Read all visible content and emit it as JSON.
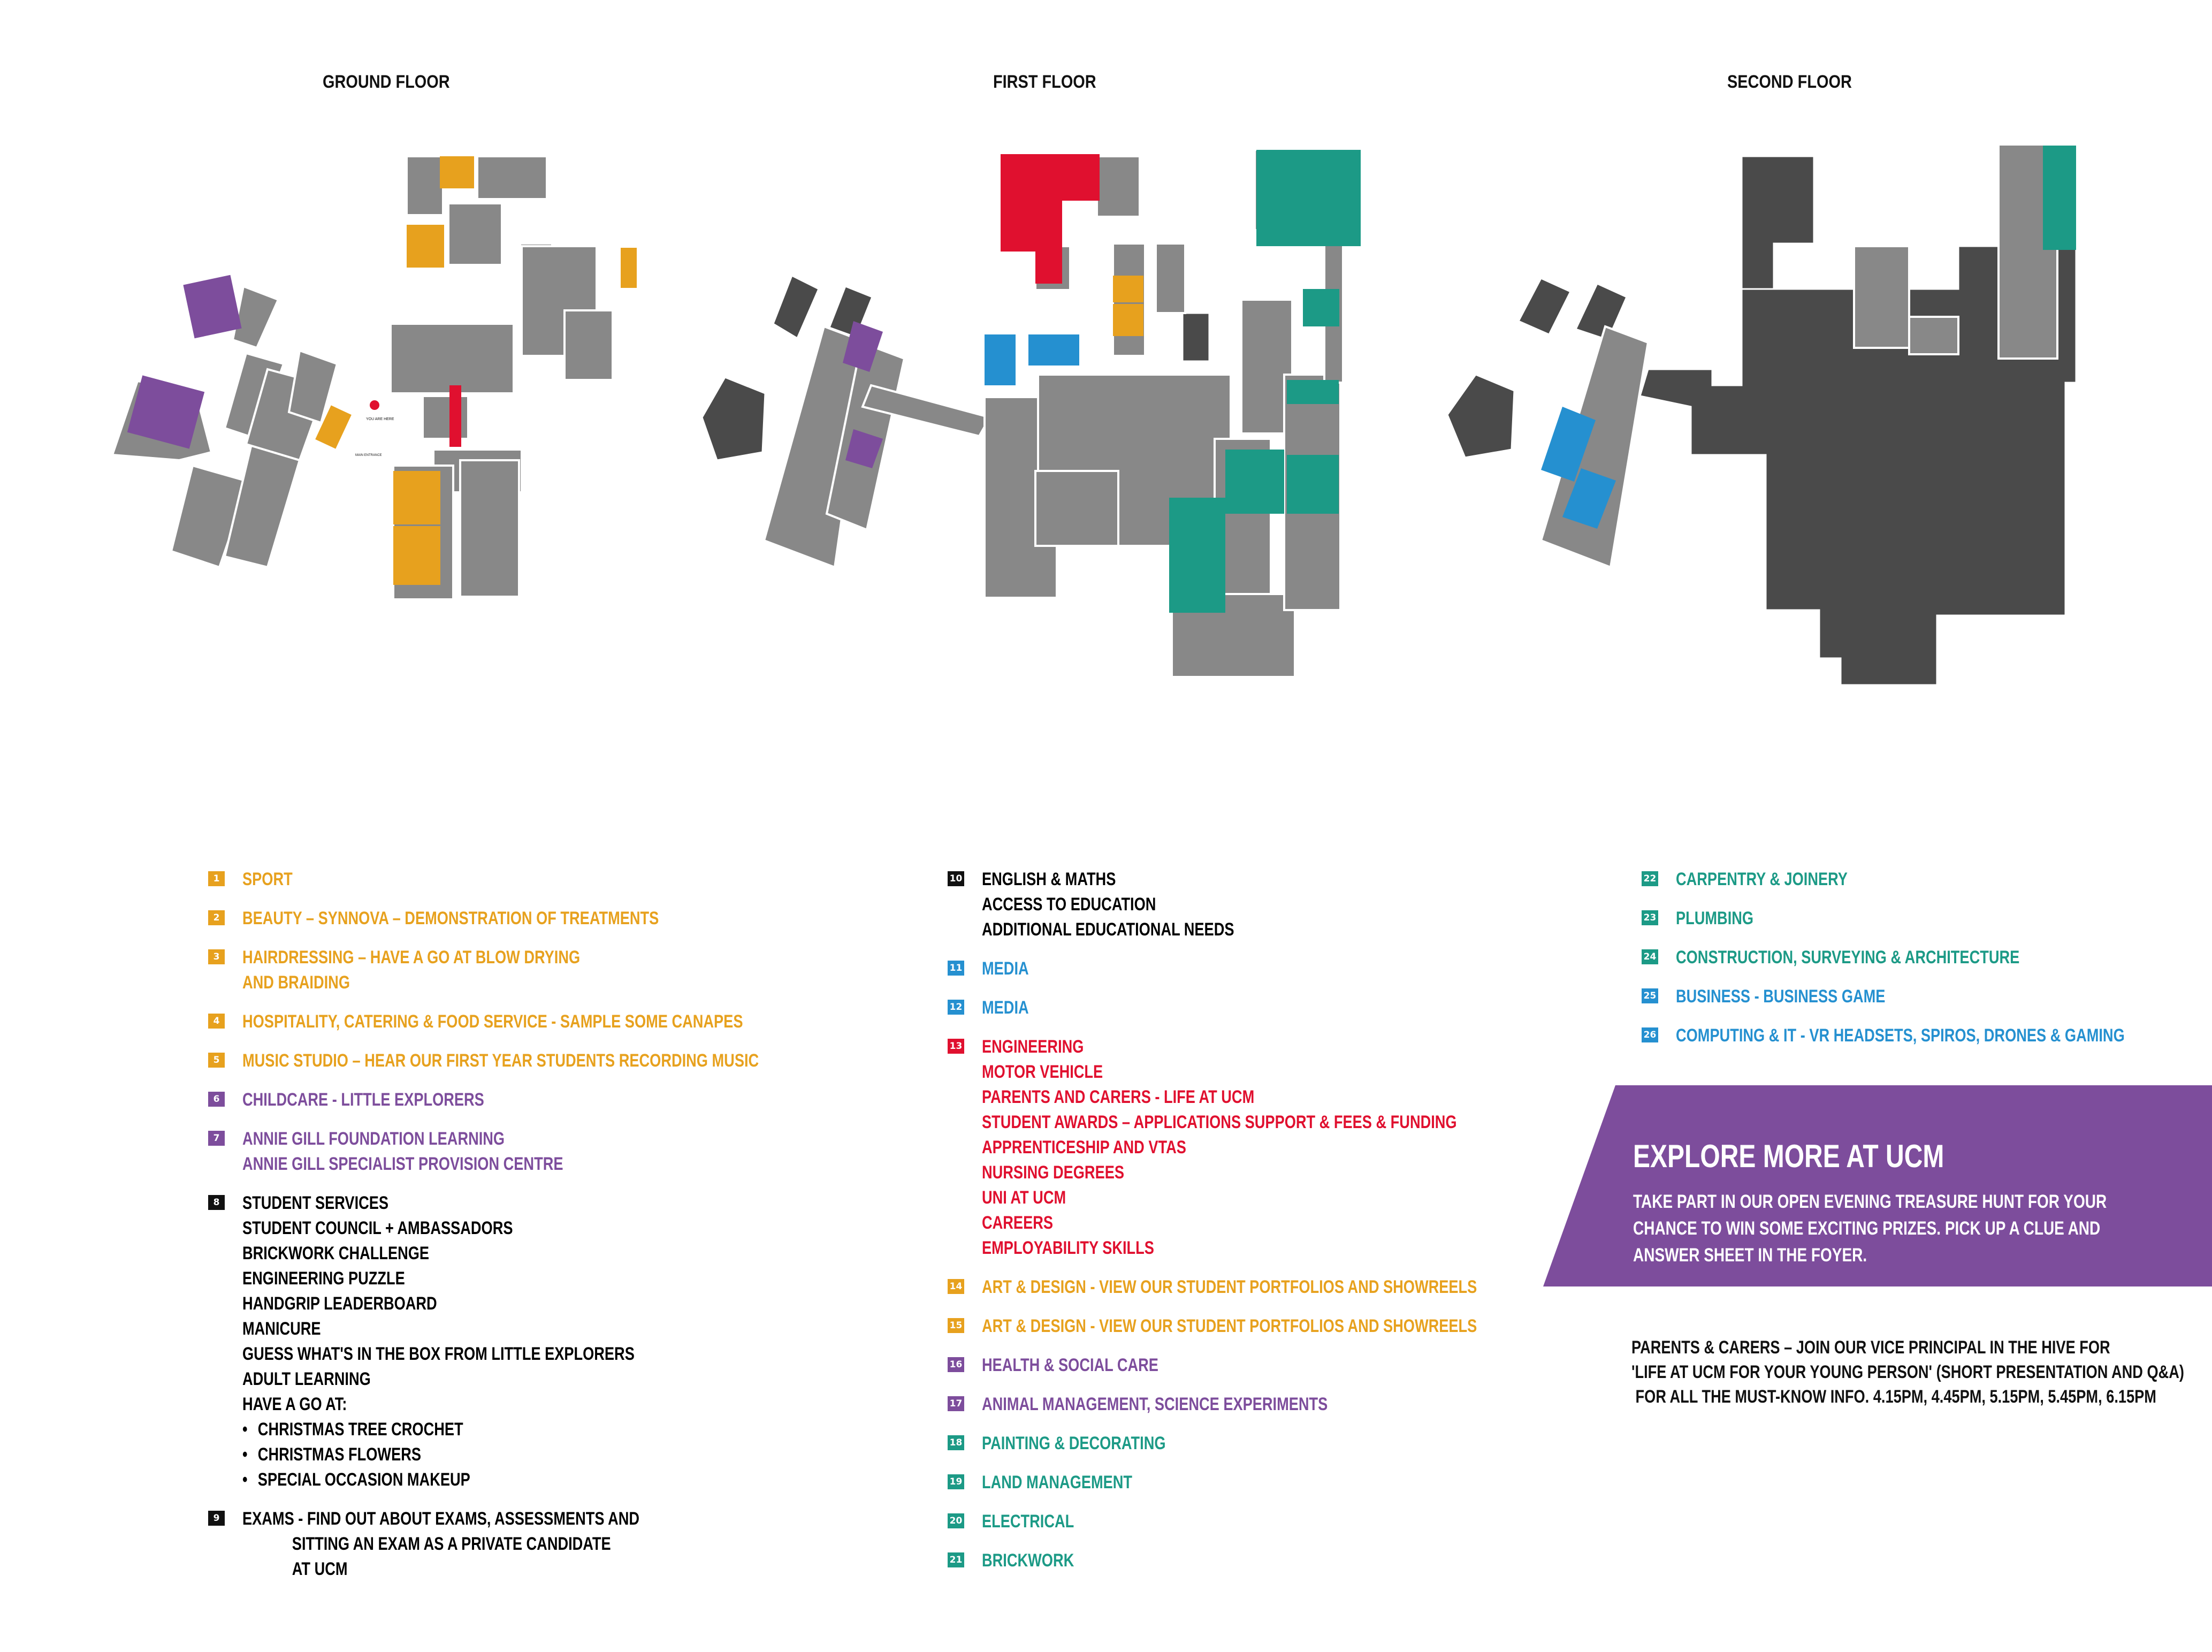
{
  "floors": [
    {
      "title": "GROUND FLOOR"
    },
    {
      "title": "FIRST FLOOR"
    },
    {
      "title": "SECOND FLOOR"
    }
  ],
  "map_labels": {
    "you_are_here": "YOU ARE HERE",
    "main_entrance": "MAIN ENTRANCE"
  },
  "colors": {
    "orange": "#e7a11e",
    "purple": "#7d4d9c",
    "blue": "#2590d0",
    "red": "#e0102f",
    "teal": "#1c9a86",
    "black": "#111111",
    "room_grey": "#888888",
    "dark_grey": "#4a4a4a"
  },
  "legend": {
    "column1": [
      {
        "num": "1",
        "color": "orange",
        "lines": [
          "SPORT"
        ]
      },
      {
        "num": "2",
        "color": "orange",
        "lines": [
          "BEAUTY – SYNNOVA – DEMONSTRATION OF TREATMENTS"
        ]
      },
      {
        "num": "3",
        "color": "orange",
        "lines": [
          "HAIRDRESSING – HAVE A GO AT BLOW DRYING",
          "AND BRAIDING"
        ]
      },
      {
        "num": "4",
        "color": "orange",
        "lines": [
          "HOSPITALITY, CATERING & FOOD SERVICE - SAMPLE SOME CANAPES"
        ]
      },
      {
        "num": "5",
        "color": "orange",
        "lines": [
          "MUSIC STUDIO – HEAR OUR FIRST YEAR STUDENTS RECORDING MUSIC"
        ]
      },
      {
        "num": "6",
        "color": "purple",
        "lines": [
          "CHILDCARE - LITTLE EXPLORERS"
        ]
      },
      {
        "num": "7",
        "color": "purple",
        "lines": [
          "ANNIE GILL FOUNDATION LEARNING",
          "ANNIE GILL SPECIALIST PROVISION CENTRE"
        ]
      },
      {
        "num": "8",
        "color": "black",
        "lines": [
          "STUDENT SERVICES",
          "STUDENT COUNCIL + AMBASSADORS",
          "BRICKWORK CHALLENGE",
          "ENGINEERING PUZZLE",
          "HANDGRIP LEADERBOARD",
          "MANICURE",
          "GUESS WHAT'S IN THE BOX FROM LITTLE EXPLORERS",
          "ADULT LEARNING",
          "HAVE A GO AT:"
        ],
        "bullets": [
          "CHRISTMAS TREE CROCHET",
          "CHRISTMAS FLOWERS",
          "SPECIAL OCCASION MAKEUP"
        ]
      },
      {
        "num": "9",
        "color": "black",
        "lines": [
          "EXAMS - FIND OUT ABOUT EXAMS, ASSESSMENTS AND"
        ],
        "indented": [
          "SITTING AN EXAM AS A PRIVATE CANDIDATE",
          "AT UCM"
        ]
      }
    ],
    "column2": [
      {
        "num": "10",
        "color": "black",
        "lines": [
          "ENGLISH & MATHS",
          "ACCESS TO EDUCATION",
          "ADDITIONAL EDUCATIONAL NEEDS"
        ]
      },
      {
        "num": "11",
        "color": "blue",
        "lines": [
          "MEDIA"
        ]
      },
      {
        "num": "12",
        "color": "blue",
        "lines": [
          "MEDIA"
        ]
      },
      {
        "num": "13",
        "color": "red",
        "lines": [
          "ENGINEERING",
          "MOTOR VEHICLE",
          "PARENTS AND CARERS - LIFE AT UCM",
          "STUDENT AWARDS – APPLICATIONS SUPPORT & FEES & FUNDING",
          "APPRENTICESHIP AND VTAS",
          "NURSING DEGREES",
          "UNI AT UCM",
          "CAREERS",
          "EMPLOYABILITY SKILLS"
        ]
      },
      {
        "num": "14",
        "color": "orange",
        "lines": [
          "ART & DESIGN -  VIEW OUR STUDENT PORTFOLIOS AND SHOWREELS"
        ]
      },
      {
        "num": "15",
        "color": "orange",
        "lines": [
          "ART & DESIGN -  VIEW OUR STUDENT PORTFOLIOS AND SHOWREELS"
        ]
      },
      {
        "num": "16",
        "color": "purple",
        "lines": [
          "HEALTH & SOCIAL CARE"
        ]
      },
      {
        "num": "17",
        "color": "purple",
        "lines": [
          "ANIMAL MANAGEMENT, SCIENCE EXPERIMENTS"
        ]
      },
      {
        "num": "18",
        "color": "teal",
        "lines": [
          "PAINTING & DECORATING"
        ]
      },
      {
        "num": "19",
        "color": "teal",
        "lines": [
          "LAND MANAGEMENT"
        ]
      },
      {
        "num": "20",
        "color": "teal",
        "lines": [
          "ELECTRICAL"
        ]
      },
      {
        "num": "21",
        "color": "teal",
        "lines": [
          "BRICKWORK"
        ]
      }
    ],
    "column3": [
      {
        "num": "22",
        "color": "teal",
        "lines": [
          "CARPENTRY & JOINERY"
        ]
      },
      {
        "num": "23",
        "color": "teal",
        "lines": [
          "PLUMBING"
        ]
      },
      {
        "num": "24",
        "color": "teal",
        "lines": [
          "CONSTRUCTION, SURVEYING & ARCHITECTURE"
        ]
      },
      {
        "num": "25",
        "color": "blue",
        "lines": [
          "BUSINESS - BUSINESS GAME"
        ]
      },
      {
        "num": "26",
        "color": "blue",
        "lines": [
          "COMPUTING & IT - VR HEADSETS, SPIROS, DRONES & GAMING"
        ]
      }
    ]
  },
  "explore": {
    "title": "EXPLORE MORE AT UCM",
    "body": "TAKE PART IN OUR OPEN EVENING TREASURE HUNT FOR YOUR CHANCE TO WIN SOME EXCITING PRIZES. PICK UP A CLUE AND ANSWER SHEET IN THE FOYER."
  },
  "parents": {
    "lines": [
      "PARENTS & CARERS – JOIN OUR VICE PRINCIPAL IN THE HIVE FOR",
      "'LIFE AT UCM FOR YOUR YOUNG PERSON' (SHORT PRESENTATION AND Q&A)",
      " FOR ALL THE MUST-KNOW INFO. 4.15PM, 4.45PM, 5.15PM, 5.45PM, 6.15PM"
    ]
  }
}
